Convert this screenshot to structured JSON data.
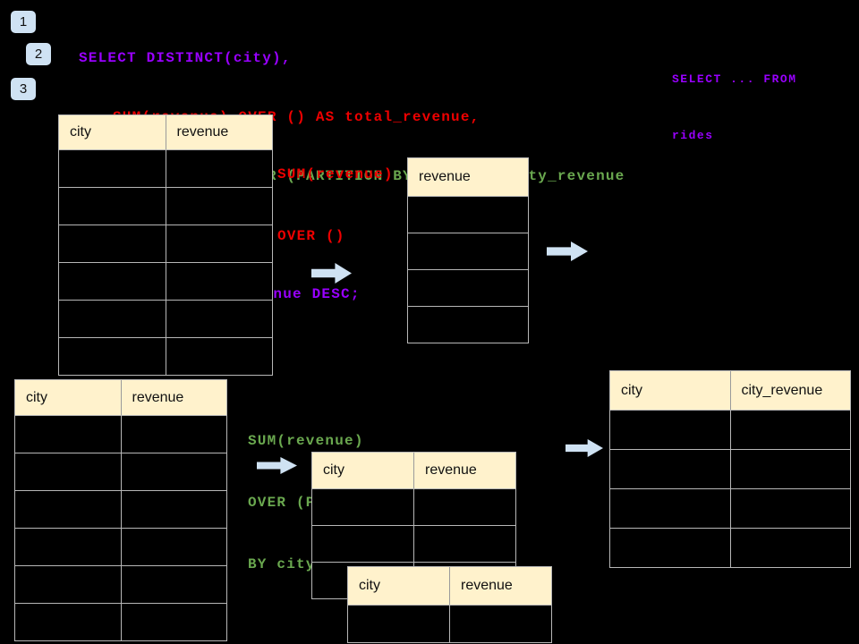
{
  "colors": {
    "background": "#000000",
    "header_fill": "#fff2cc",
    "border": "#b7b7b7",
    "arrow": "#cfe2f3",
    "badge_fill": "#cfe2f3",
    "purple": "#9900ff",
    "red": "#ee0000",
    "green": "#6aa84f"
  },
  "badges": [
    {
      "label": "1"
    },
    {
      "label": "2"
    },
    {
      "label": "3"
    }
  ],
  "code": {
    "lines": [
      {
        "text": "SELECT DISTINCT(city),",
        "color": "purple",
        "indent": 0
      },
      {
        "text": "SUM(revenue) OVER () AS total_revenue,",
        "color": "red",
        "indent": 2
      },
      {
        "text": "SUM(revenue) OVER (PARTITION BY city) as city_revenue",
        "color": "green",
        "indent": 2
      },
      {
        "text": "FROM rides",
        "color": "purple",
        "indent": 1
      },
      {
        "text": "ORDER by city_revenue DESC;",
        "color": "purple",
        "indent": 1
      }
    ]
  },
  "side_note": {
    "color": "purple",
    "lines": [
      "SELECT ... FROM",
      "rides"
    ]
  },
  "labels": {
    "total": {
      "color": "red",
      "lines": [
        "SUM(revenue)",
        "OVER ()"
      ]
    },
    "partition": {
      "color": "green",
      "lines": [
        "SUM(revenue)",
        "OVER (PARTITION",
        "BY city)"
      ]
    }
  },
  "tables": {
    "source_top": {
      "headers": [
        "city",
        "revenue"
      ],
      "rows": 6
    },
    "total_revenue": {
      "headers": [
        "revenue"
      ],
      "rows": 4
    },
    "source_bottom": {
      "headers": [
        "city",
        "revenue"
      ],
      "rows": 6
    },
    "partition_mid": {
      "headers": [
        "city",
        "revenue"
      ],
      "rows": 3
    },
    "partition_overlay": {
      "headers": [
        "city",
        "revenue"
      ],
      "rows": 1
    },
    "result": {
      "headers": [
        "city",
        "city_revenue"
      ],
      "rows": 4
    }
  },
  "icons": {
    "arrow": "arrow-right"
  }
}
